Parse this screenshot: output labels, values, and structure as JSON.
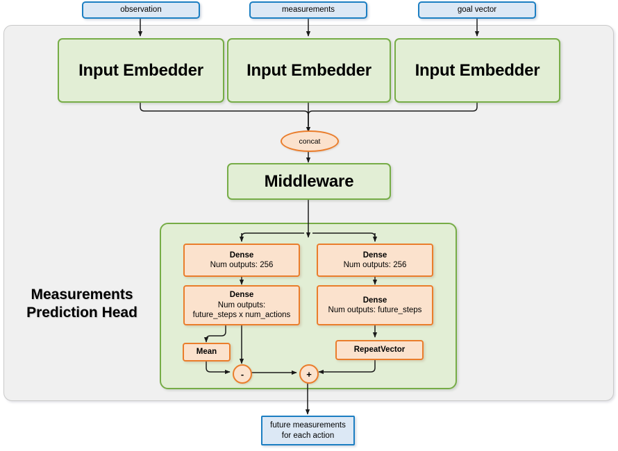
{
  "diagram": {
    "title": "Measurements Prediction Head",
    "head_label_line1": "Measurements",
    "head_label_line2": "Prediction Head"
  },
  "inputs": [
    {
      "id": "observation",
      "label": "observation"
    },
    {
      "id": "measurements",
      "label": "measurements"
    },
    {
      "id": "goal-vector",
      "label": "goal vector"
    }
  ],
  "embedders": [
    {
      "id": "embedder-observation",
      "label": "Input Embedder"
    },
    {
      "id": "embedder-measurements",
      "label": "Input Embedder"
    },
    {
      "id": "embedder-goal-vector",
      "label": "Input Embedder"
    }
  ],
  "concat": {
    "label": "concat"
  },
  "middleware": {
    "label": "Middleware"
  },
  "head": {
    "dense_left_1": {
      "title": "Dense",
      "sub1": "Num outputs: 256",
      "sub2": ""
    },
    "dense_left_2": {
      "title": "Dense",
      "sub1": "Num outputs:",
      "sub2": "future_steps x num_actions"
    },
    "dense_right_1": {
      "title": "Dense",
      "sub1": "Num outputs: 256",
      "sub2": ""
    },
    "dense_right_2": {
      "title": "Dense",
      "sub1": "Num outputs: future_steps",
      "sub2": ""
    },
    "mean": {
      "label": "Mean"
    },
    "repeat_vector": {
      "label": "RepeatVector"
    },
    "op_minus": {
      "label": "-"
    },
    "op_plus": {
      "label": "+"
    }
  },
  "output": {
    "line1": "future measurements",
    "line2": "for each action"
  },
  "colors": {
    "green_border": "#76ac46",
    "green_fill": "#e2eed5",
    "blue_border": "#1b7ec2",
    "blue_fill": "#dce8f5",
    "orange_border": "#ea7d2b",
    "orange_fill": "#fbe2cd",
    "group_fill": "#f0f0f0",
    "group_border": "#c9c9c9",
    "arrow": "#1a1a1a"
  }
}
